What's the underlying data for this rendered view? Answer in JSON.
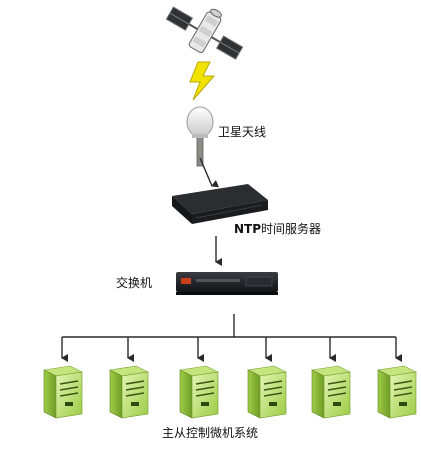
{
  "labels": {
    "antenna": "卫星天线",
    "ntp_prefix": "NTP",
    "ntp_suffix": "时间服务器",
    "switch": "交换机",
    "clients": "主从控制微机系统"
  },
  "colors": {
    "line": "#2a2a2a",
    "lightning": "#f2e200",
    "server_green_light": "#d6ef9a",
    "server_green_dark": "#8fbf3a",
    "device_dark": "#1d1f24"
  },
  "icons": {
    "satellite": "satellite-icon",
    "lightning": "lightning-bolt-icon",
    "antenna": "gps-antenna-icon",
    "ntp_server": "rack-server-icon",
    "switch": "network-switch-icon",
    "client": "tower-computer-icon"
  },
  "client_count": 6
}
